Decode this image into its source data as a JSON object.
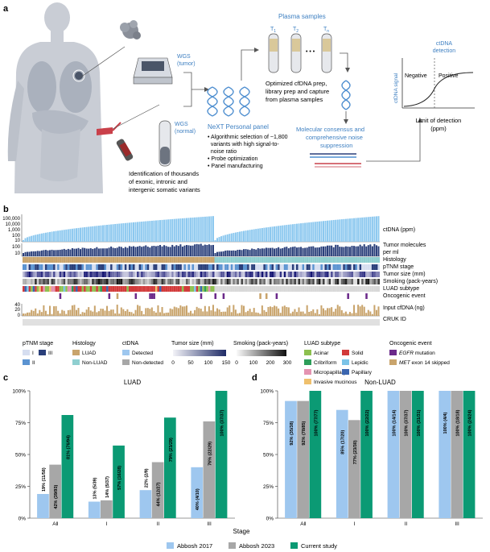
{
  "colors": {
    "blue": "#4f8fd0",
    "light_blue": "#8cc8ef",
    "navy": "#2a3f7a",
    "green": "#0b9a74",
    "gray": "#a7a7a7",
    "light_bar": "#9ec7ef",
    "tan": "#c9a46c",
    "text_blue": "#3d7fc1",
    "body": "#c9cdd5"
  },
  "panel_a": {
    "label": "a",
    "wgs_tumor": [
      "WGS",
      "(tumor)"
    ],
    "wgs_normal": [
      "WGS",
      "(normal)"
    ],
    "identification": [
      "Identification of thousands",
      "of exonic, intronic and",
      "intergenic somatic variants"
    ],
    "next_panel": "NeXT Personal panel",
    "bullets": [
      "• Algorithmic selection of ~1,800",
      "  variants with high signal-to-",
      "  noise ratio",
      "• Probe optimization",
      "• Panel manufacturing"
    ],
    "plasma_title": "Plasma samples",
    "tube_labels": [
      "T",
      "T",
      "T"
    ],
    "tube_subs": [
      "1",
      "2",
      "n"
    ],
    "tube_dots": "• • •",
    "optimized": [
      "Optimized cfDNA prep,",
      "library prep and capture",
      "from plasma samples"
    ],
    "consensus": [
      "Molecular consensus and",
      "comprehensive noise",
      "suppression"
    ],
    "detection_title": [
      "ctDNA",
      "detection"
    ],
    "negative": "Negative",
    "positive": "Positive",
    "signal": "ctDNA signal",
    "lod": [
      "Limit of detection",
      "(ppm)"
    ]
  },
  "panel_b": {
    "label": "b",
    "row_labels": [
      "ctDNA (ppm)",
      "Tumor molecules",
      "per ml",
      "Histology",
      "pTNM stage",
      "Tumor size (mm)",
      "Smoking (pack-years)",
      "LUAD subtype",
      "Oncogenic event",
      "Input cfDNA (ng)",
      "CRUK ID"
    ],
    "yticks_ctdna": [
      "100,000",
      "10,000",
      "1,000",
      "100",
      "10"
    ],
    "yticks_tumor": [
      "100",
      "10"
    ],
    "yticks_input": [
      "40",
      "20",
      "0"
    ],
    "legend": {
      "ptnm": {
        "title": "pTNM stage",
        "items": [
          "I",
          "III",
          "II"
        ]
      },
      "histology": {
        "title": "Histology",
        "items": [
          "LUAD",
          "Non-LUAD"
        ]
      },
      "ctdna": {
        "title": "ctDNA",
        "items": [
          "Detected",
          "Non-detected"
        ]
      },
      "tumor_size": {
        "title": "Tumor size (mm)",
        "ticks": [
          "0",
          "50",
          "100",
          "150"
        ]
      },
      "smoking": {
        "title": "Smoking (pack-years)",
        "ticks": [
          "0",
          "100",
          "200",
          "300"
        ]
      },
      "luad": {
        "title": "LUAD subtype",
        "items": [
          "Acinar",
          "Solid",
          "Cribriform",
          "Lepidic",
          "Micropapillary",
          "Papillary",
          "Invasive mucinous"
        ]
      },
      "onco": {
        "title": "Oncogenic event",
        "items": [
          "EGFR mutation",
          "MET exon 14 skipped"
        ],
        "italic": [
          "EGFR",
          "MET"
        ]
      }
    }
  },
  "chart_data": [
    {
      "type": "bar",
      "panel": "c",
      "title": "LUAD",
      "categories": [
        "All",
        "I",
        "II",
        "III"
      ],
      "ylim": [
        0,
        100
      ],
      "yticks": [
        "0%",
        "25%",
        "50%",
        "75%",
        "100%"
      ],
      "series": [
        {
          "name": "Abbosh 2017",
          "values": [
            19,
            13,
            22,
            40
          ],
          "labels": [
            "19% (11/58)",
            "13% (5/39)",
            "22% (2/9)",
            "40% (4/10)"
          ]
        },
        {
          "name": "Abbosh 2023",
          "values": [
            42,
            14,
            44,
            76
          ],
          "labels": [
            "42% (39/93)",
            "14% (5/37)",
            "44% (12/27)",
            "76% (22/29)"
          ]
        },
        {
          "name": "Current study",
          "values": [
            81,
            57,
            79,
            100
          ],
          "labels": [
            "81% (76/94)",
            "57% (16/28)",
            "79% (23/29)",
            "100% (37/37)"
          ]
        }
      ]
    },
    {
      "type": "bar",
      "panel": "d",
      "title": "Non-LUAD",
      "categories": [
        "All",
        "I",
        "II",
        "III"
      ],
      "ylim": [
        0,
        100
      ],
      "yticks": [
        "0%",
        "25%",
        "50%",
        "75%",
        "100%"
      ],
      "series": [
        {
          "name": "Abbosh 2017",
          "values": [
            92,
            85,
            100,
            100
          ],
          "labels": [
            "92% (35/38)",
            "85% (17/20)",
            "100% (14/14)",
            "100% (4/4)"
          ]
        },
        {
          "name": "Abbosh 2023",
          "values": [
            92,
            77,
            100,
            100
          ],
          "labels": [
            "92% (78/85)",
            "77% (23/30)",
            "100% (37/37)",
            "100% (18/18)"
          ]
        },
        {
          "name": "Current study",
          "values": [
            100,
            100,
            100,
            100
          ],
          "labels": [
            "100% (77/77)",
            "100% (22/22)",
            "100% (31/31)",
            "100% (24/24)"
          ]
        }
      ]
    }
  ],
  "panel_c_label": "c",
  "panel_d_label": "d",
  "xlabel": "Stage",
  "bottom_legend": [
    "Abbosh 2017",
    "Abbosh 2023",
    "Current study"
  ]
}
